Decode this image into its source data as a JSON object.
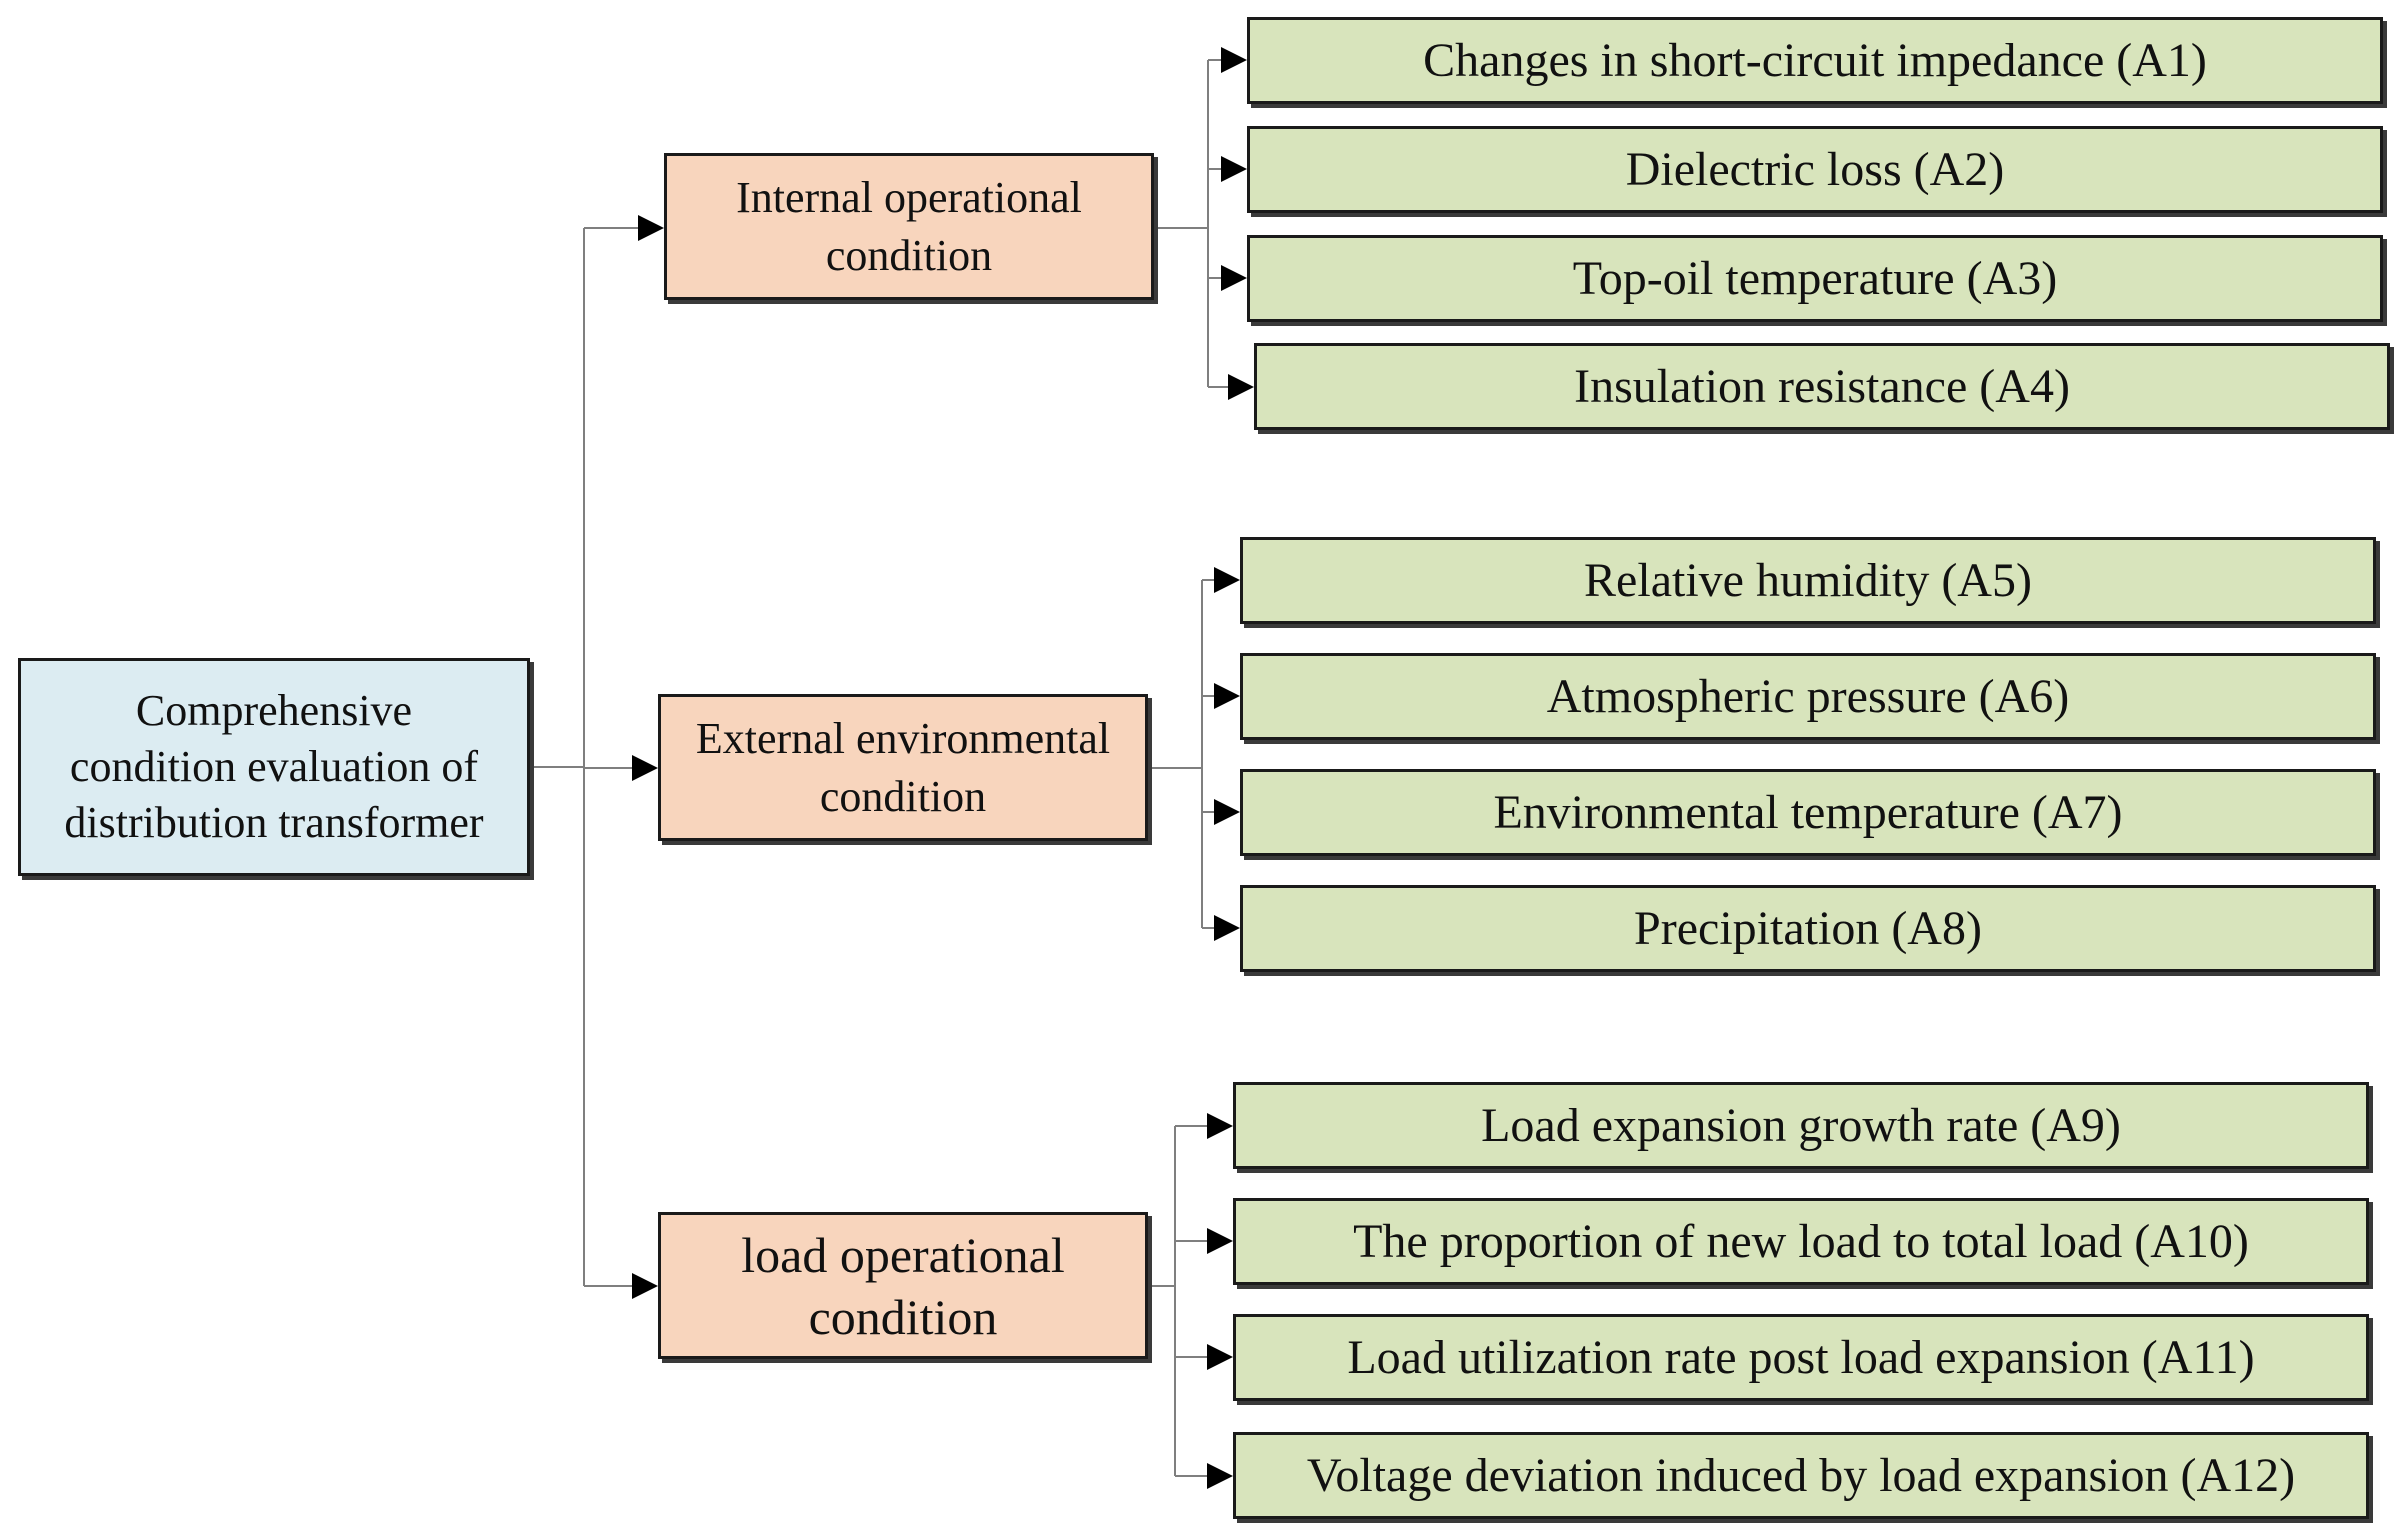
{
  "root": {
    "lines": [
      "Comprehensive",
      "condition evaluation of",
      "distribution transformer"
    ]
  },
  "groups": [
    {
      "lines": [
        "Internal operational",
        "condition"
      ],
      "items": [
        "Changes in short-circuit impedance (A1)",
        "Dielectric loss (A2)",
        "Top-oil temperature (A3)",
        "Insulation resistance (A4)"
      ]
    },
    {
      "lines": [
        "External environmental",
        "condition"
      ],
      "items": [
        "Relative humidity (A5)",
        "Atmospheric pressure (A6)",
        "Environmental temperature (A7)",
        "Precipitation (A8)"
      ]
    },
    {
      "lines": [
        "load operational",
        "condition"
      ],
      "items": [
        "Load expansion growth rate (A9)",
        "The proportion of new load to total load (A10)",
        "Load utilization rate post load expansion (A11)",
        "Voltage deviation induced by load expansion (A12)"
      ]
    }
  ],
  "colors": {
    "root_fill": "#dcecf2",
    "group_fill": "#f8d5bd",
    "item_fill": "#d8e4bc",
    "connector": "#7f7f7f",
    "arrow": "#000000"
  }
}
